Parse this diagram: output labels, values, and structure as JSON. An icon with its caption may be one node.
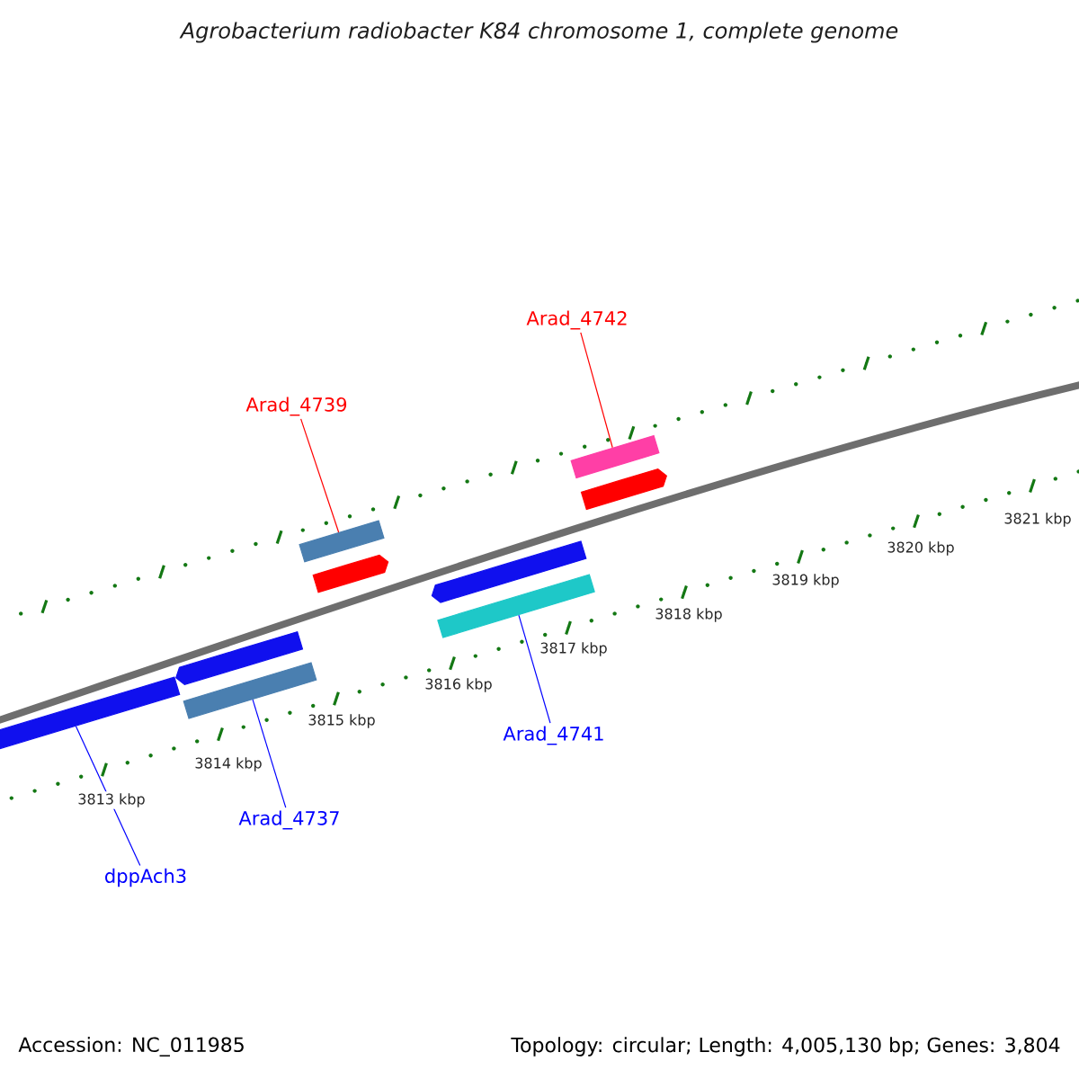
{
  "diagram": {
    "title": "Agrobacterium radiobacter K84 chromosome 1, complete genome",
    "nodes": [
      {
        "text": [
          "Arad_4742"
        ]
      },
      {
        "text": [
          "Arad_4739"
        ]
      },
      {
        "text": [],
        "shape": "bar"
      },
      {
        "text": [],
        "shape": "arrow"
      },
      {
        "text": [],
        "shape": "bar"
      },
      {
        "text": [],
        "shape": "arrow"
      },
      {
        "text": [],
        "shape": "arrow"
      },
      {
        "text": [],
        "shape": "bar"
      },
      {
        "text": [],
        "shape": "arrow"
      },
      {
        "text": [],
        "shape": "bar"
      },
      {
        "text": [],
        "shape": "bar"
      },
      {
        "text": [
          "Arad_4741"
        ]
      },
      {
        "text": [
          "Arad_4737"
        ]
      },
      {
        "text": [
          "dppAch3"
        ]
      }
    ],
    "edges": [
      {
        "from": 0,
        "to": 2,
        "arrow": "none",
        "color": "#ff0000"
      },
      {
        "from": 1,
        "to": 4,
        "arrow": "none",
        "color": "#ff0000"
      },
      {
        "from": 11,
        "to": 7,
        "arrow": "none"
      },
      {
        "from": 12,
        "to": 9,
        "arrow": "none"
      },
      {
        "from": 13,
        "to": 10,
        "arrow": "none"
      }
    ],
    "labels": [
      "3813 kbp",
      "3814 kbp",
      "3815 kbp",
      "3816 kbp",
      "3817 kbp",
      "3818 kbp",
      "3819 kbp",
      "3820 kbp",
      "3821 kbp",
      "Accession: NC_011985",
      "Topology: circular; Length: 4,005,130 bp; Genes: 3,804"
    ]
  }
}
